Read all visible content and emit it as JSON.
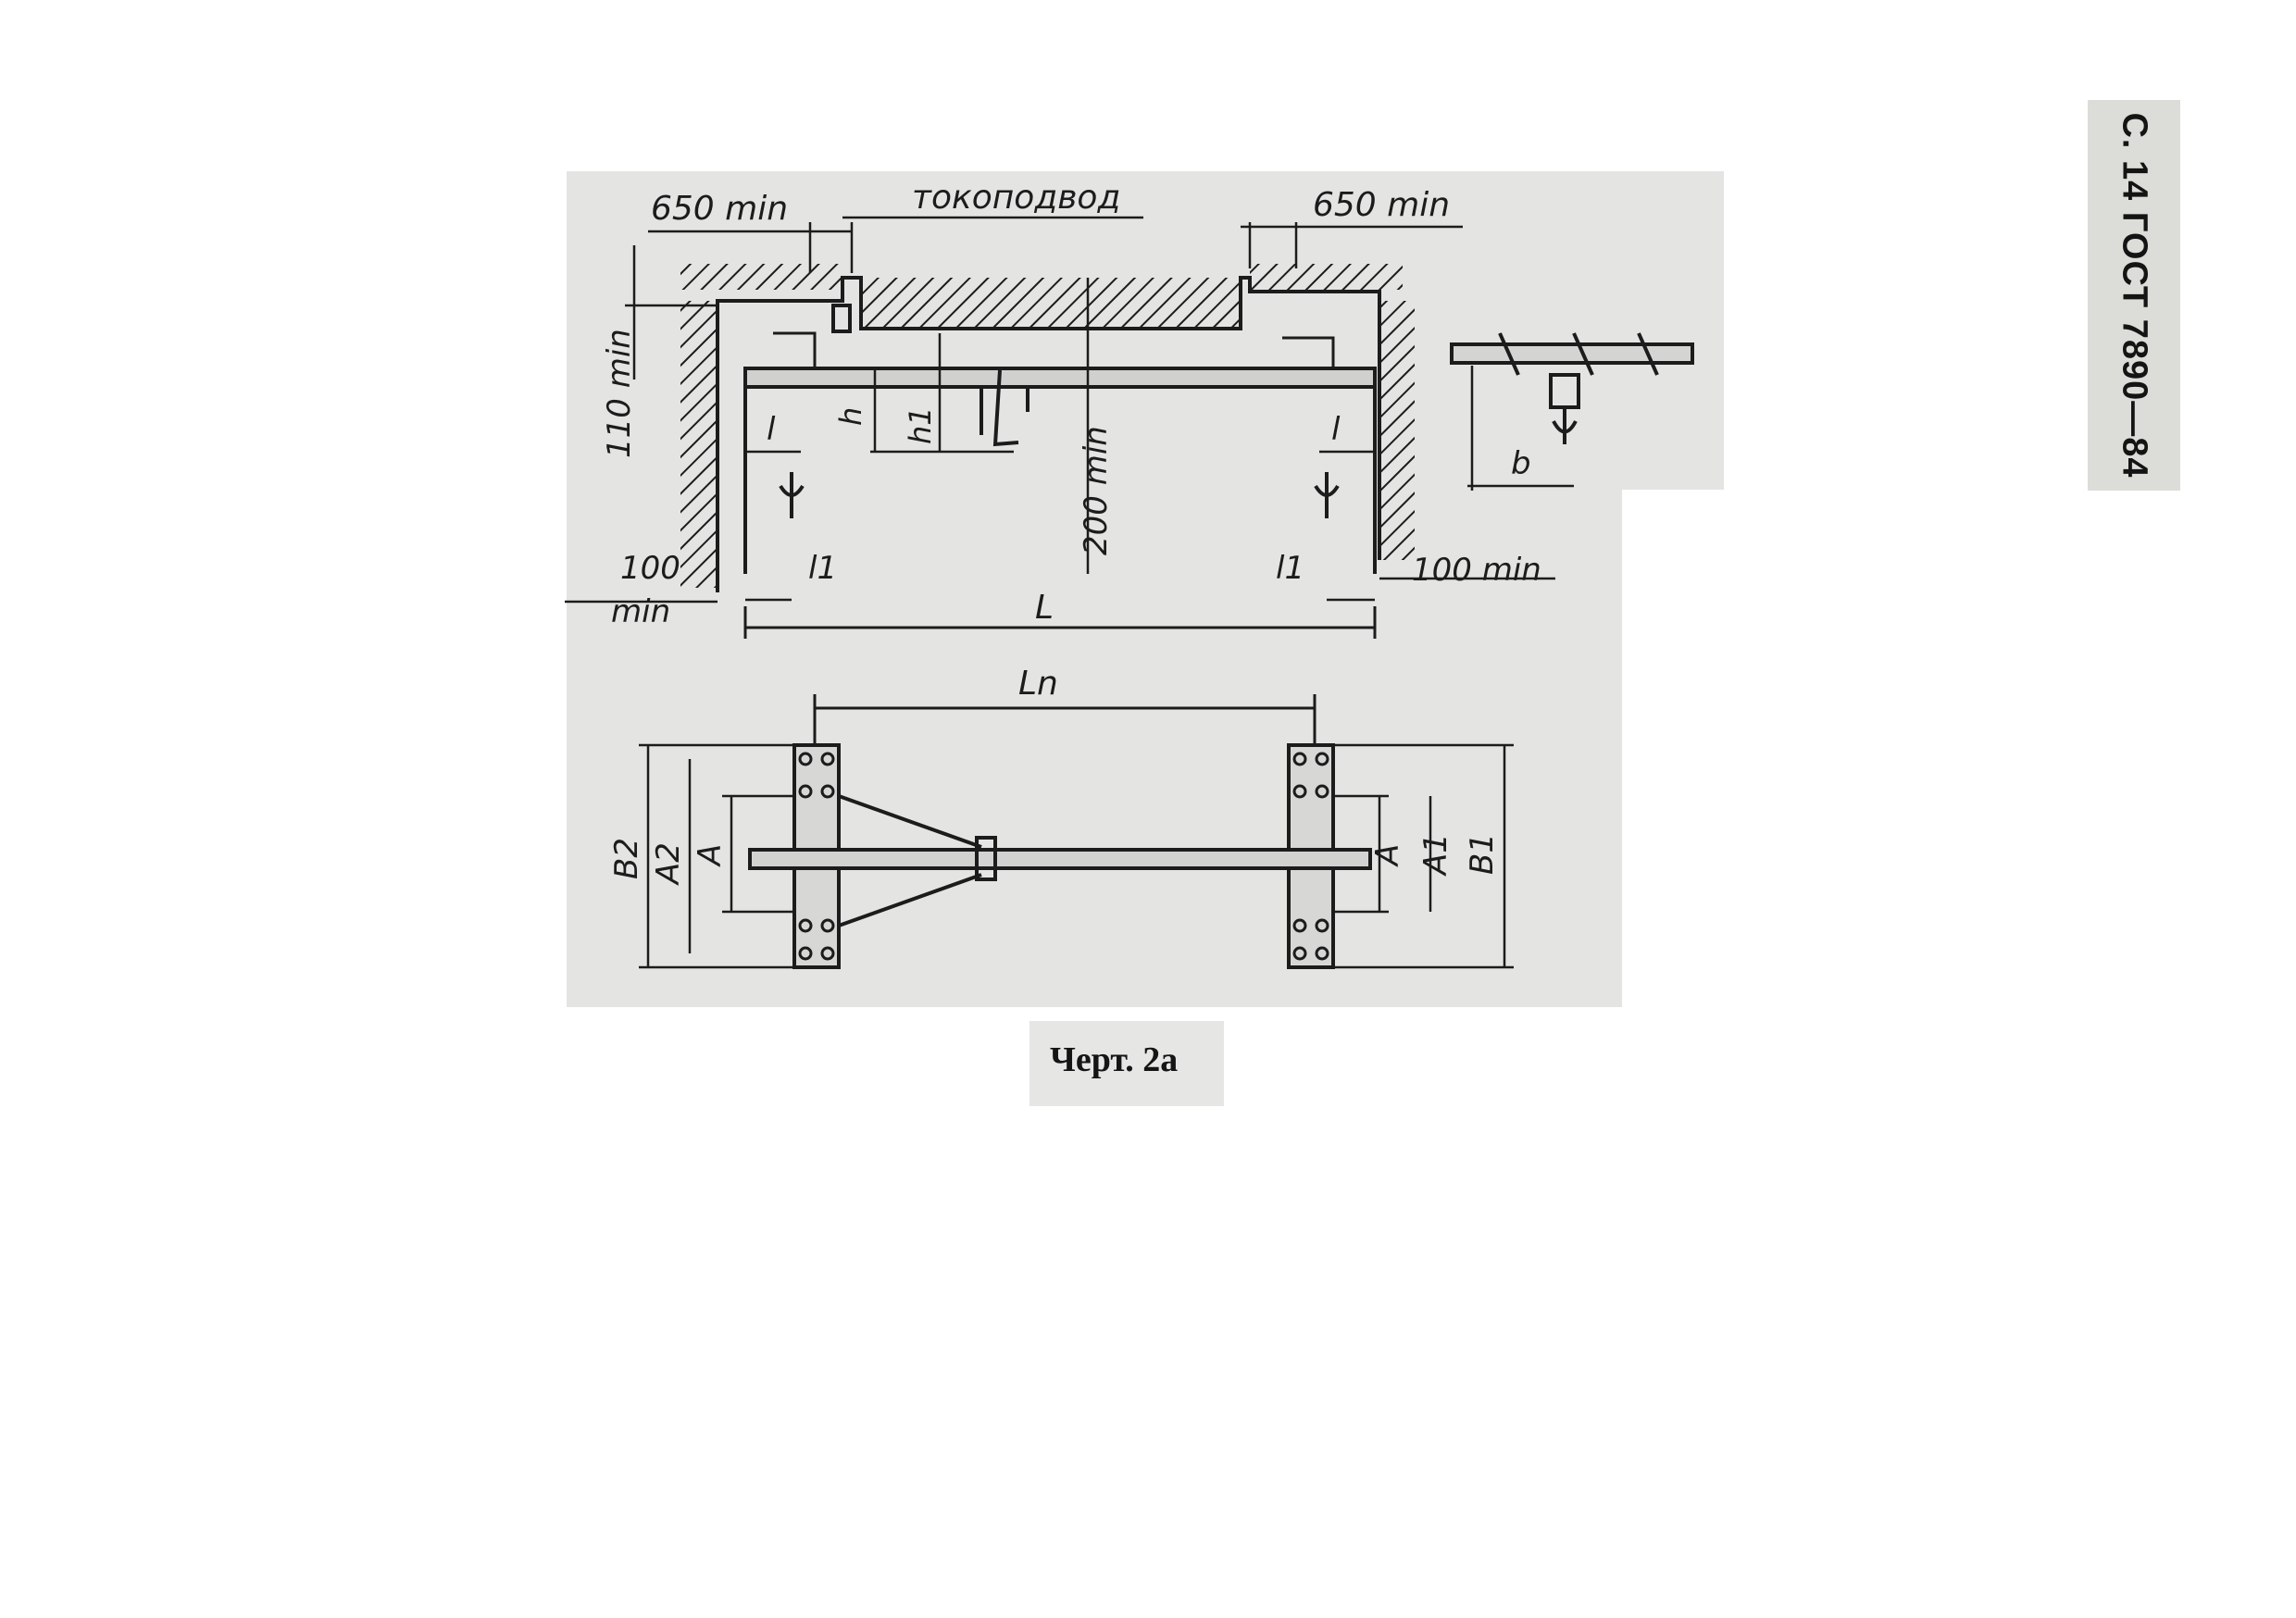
{
  "page_header": "С. 14 ГОСТ 7890—84",
  "figure_caption": "Черт. 2а",
  "drawing": {
    "top_view_labels": {
      "left_clearance_top": "650 min",
      "right_clearance_top": "650 min",
      "power_supply": "токоподвод",
      "left_vertical_clearance": "110 min",
      "center_vertical_clearance": "200 min",
      "h": "h",
      "h1": "h1",
      "l_left": "l",
      "l_right": "l",
      "l1_left": "l1",
      "l1_right": "l1",
      "left_side_clearance_top": "100",
      "left_side_clearance_bottom": "min",
      "right_side_clearance": "100 min",
      "span": "L",
      "b": "b"
    },
    "plan_view_labels": {
      "span_n": "Ln",
      "B2": "B2",
      "A2": "A2",
      "A_left": "A",
      "A_right": "A",
      "A1": "A1",
      "B1": "B1"
    }
  }
}
